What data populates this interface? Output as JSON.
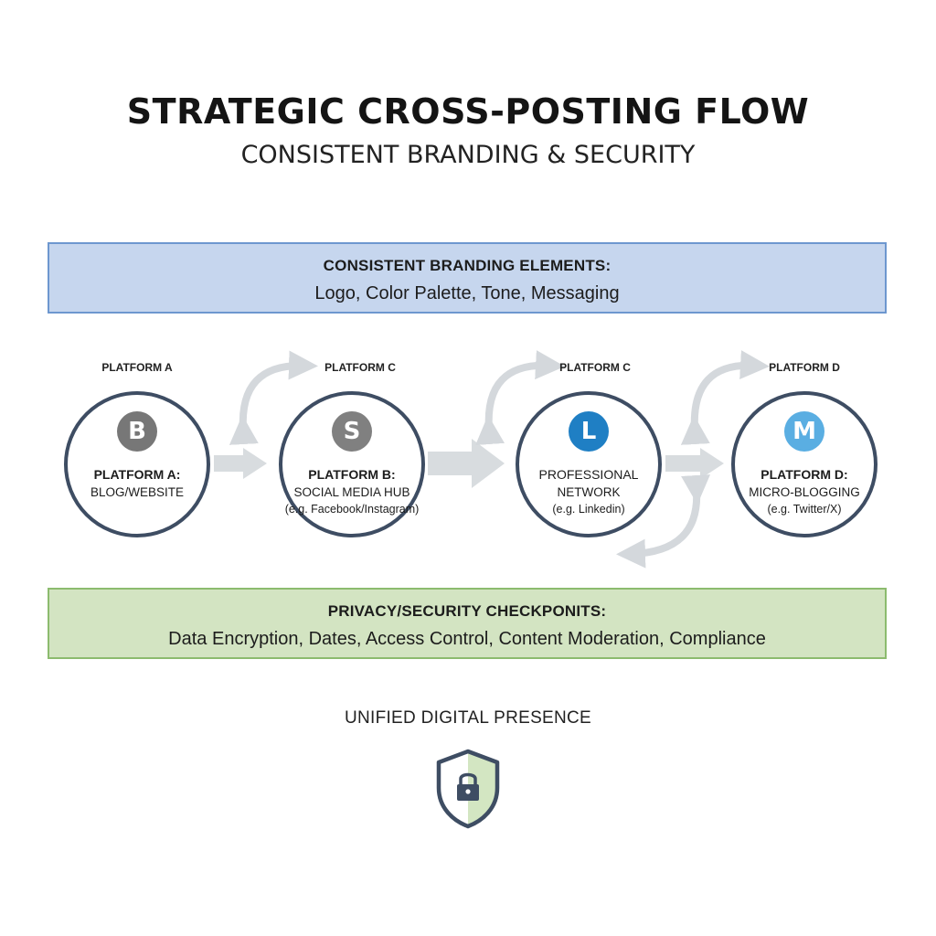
{
  "header": {
    "title": "STRATEGIC CROSS-POSTING FLOW",
    "subtitle": "CONSISTENT BRANDING & SECURITY"
  },
  "branding_band": {
    "heading": "CONSISTENT BRANDING ELEMENTS:",
    "text": "Logo, Color Palette, Tone, Messaging"
  },
  "platforms": [
    {
      "label": "PLATFORM A",
      "icon_letter": "B",
      "icon_color": "#777777",
      "line1": "PLATFORM A:",
      "line2": "BLOG/WEBSITE",
      "line3": ""
    },
    {
      "label": "PLATFORM C",
      "icon_letter": "S",
      "icon_color": "#808080",
      "line1": "PLATFORM B:",
      "line2": "SOCIAL MEDIA HUB",
      "line3": "(e.g. Facebook/Instagram)"
    },
    {
      "label": "PLATFORM C",
      "icon_letter": "L",
      "icon_color": "#1f7fc4",
      "line1": "PROFESSIONAL",
      "line2": "NETWORK",
      "line3": "(e.g. Linkedin)"
    },
    {
      "label": "PLATFORM D",
      "icon_letter": "M",
      "icon_color": "#5aaee2",
      "line1": "PLATFORM D:",
      "line2": "MICRO-BLOGGING",
      "line3": "(e.g. Twitter/X)"
    }
  ],
  "security_band": {
    "heading": "PRIVACY/SECURITY CHECKPONITS:",
    "text": "Data Encryption, Dates, Access Control, Content Moderation, Compliance"
  },
  "footer": {
    "text": "UNIFIED DIGITAL PRESENCE",
    "icon": "shield-lock-icon"
  },
  "colors": {
    "node_border": "#3e4d63",
    "arrow": "#d4d8dc",
    "branding_fill": "#c6d6ee",
    "branding_border": "#6d97cf",
    "security_fill": "#d3e4c2",
    "security_border": "#8cbb6e"
  }
}
